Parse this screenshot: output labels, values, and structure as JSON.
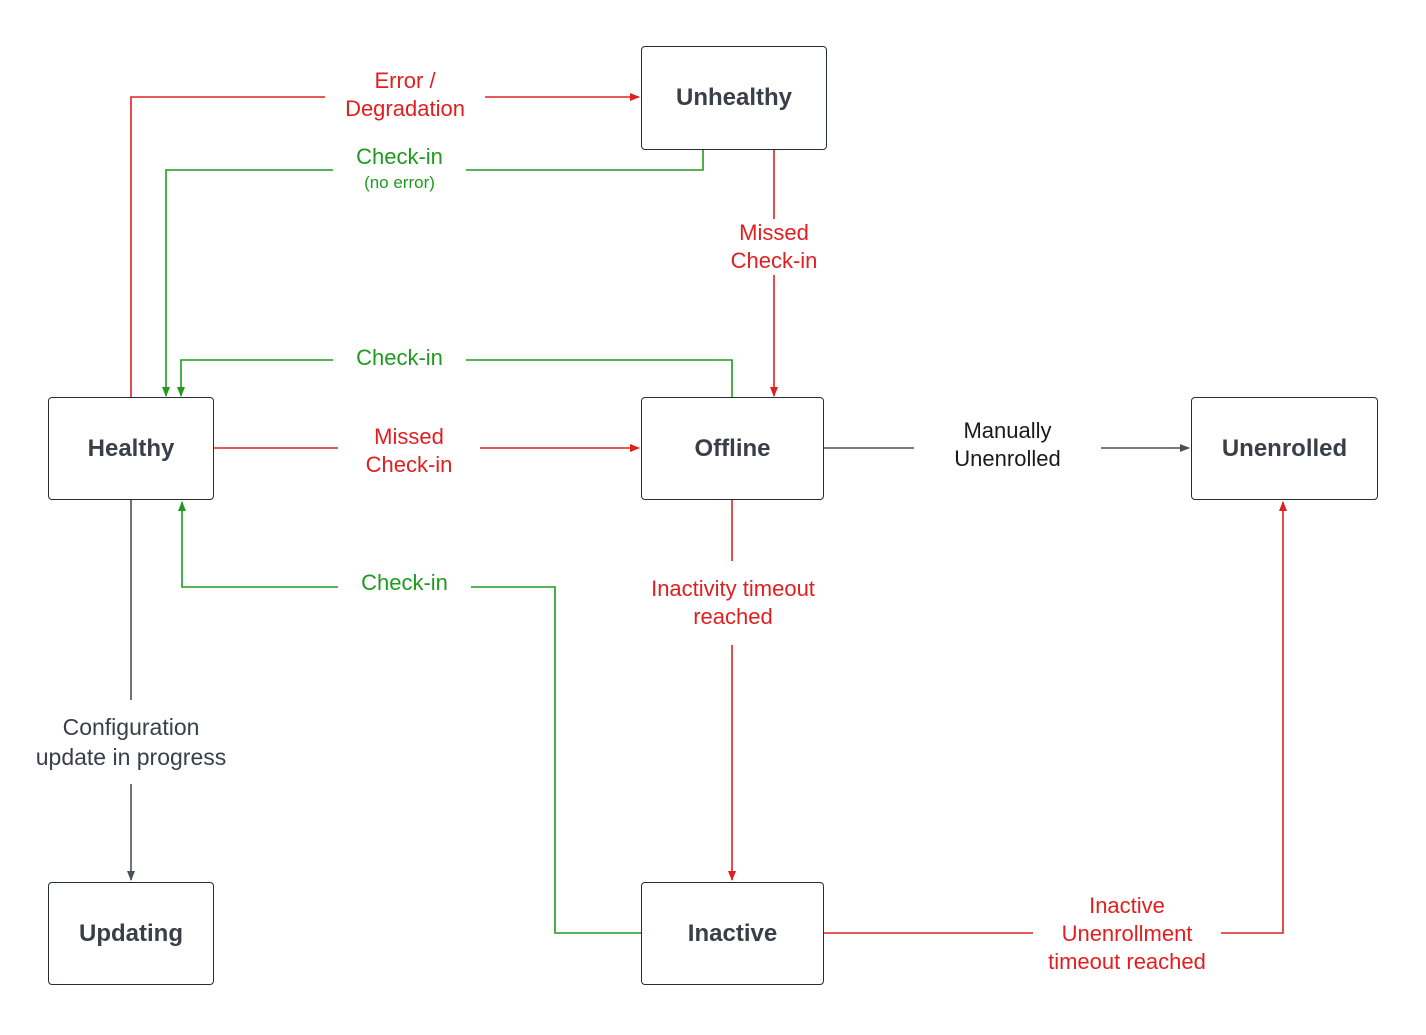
{
  "colors": {
    "error": "#e02020",
    "success": "#1f9a1f",
    "neutral": "#4a5058",
    "border": "#282c33"
  },
  "nodes": {
    "unhealthy": "Unhealthy",
    "healthy": "Healthy",
    "offline": "Offline",
    "unenrolled": "Unenrolled",
    "updating": "Updating",
    "inactive": "Inactive"
  },
  "edges": {
    "error_degradation": [
      "Error /",
      "Degradation"
    ],
    "checkin_no_error": {
      "main": "Check-in",
      "sub": "(no error)"
    },
    "unhealthy_missed": [
      "Missed",
      "Check-in"
    ],
    "offline_checkin": "Check-in",
    "healthy_missed": [
      "Missed",
      "Check-in"
    ],
    "manual_unenroll": [
      "Manually",
      "Unenrolled"
    ],
    "inactive_checkin": "Check-in",
    "inactivity_timeout": [
      "Inactivity timeout",
      "reached"
    ],
    "config_update": [
      "Configuration",
      "update in progress"
    ],
    "inactive_unenroll_timeout": [
      "Inactive",
      "Unenrollment",
      "timeout reached"
    ]
  }
}
